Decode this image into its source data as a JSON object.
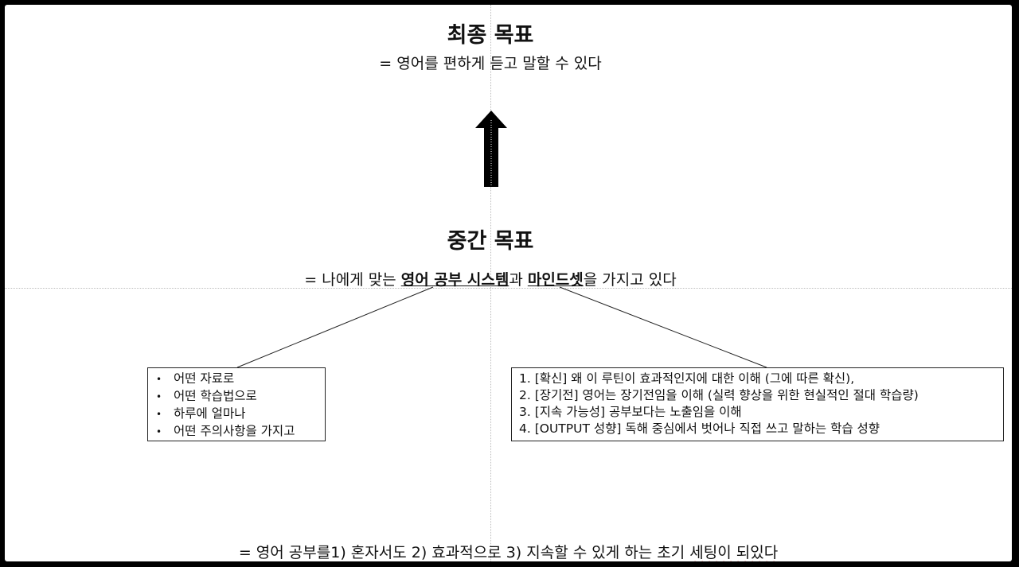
{
  "final_goal": {
    "title": "최종 목표",
    "subtitle": "= 영어를 편하게 듣고 말할 수 있다"
  },
  "mid_goal": {
    "title": "중간 목표",
    "subtitle_prefix": "= 나에게 맞는 ",
    "system_text": "영어 공부 시스템",
    "connector": "과 ",
    "mindset_text": "마인드셋",
    "subtitle_suffix": "을 가지고 있다"
  },
  "system_box": {
    "items": [
      "어떤 자료로",
      "어떤 학습법으로",
      "하루에 얼마나",
      "어떤 주의사항을 가지고"
    ]
  },
  "mindset_box": {
    "items": [
      "1. [확신] 왜 이 루틴이 효과적인지에 대한 이해 (그에 따른 확신),",
      "2. [장기전] 영어는 장기전임을 이해 (실력 향상을 위한 현실적인 절대 학습량)",
      "3. [지속 가능성] 공부보다는 노출임을 이해",
      "4. [OUTPUT 성향] 독해 중심에서 벗어나 직접 쓰고 말하는 학습 성향"
    ]
  },
  "bottom": {
    "text_main": "= 영어 공부를1) 혼자서도 2) 효과적으로 3) 지속할 수 있게 하는 초기 ",
    "text_flagged": "세팅이 되있다"
  },
  "icons": {
    "arrow": "up-arrow-icon",
    "bullet": "bullet-icon"
  },
  "colors": {
    "background": "#000000",
    "slide": "#ffffff",
    "spellcheck": "#dd3333"
  }
}
